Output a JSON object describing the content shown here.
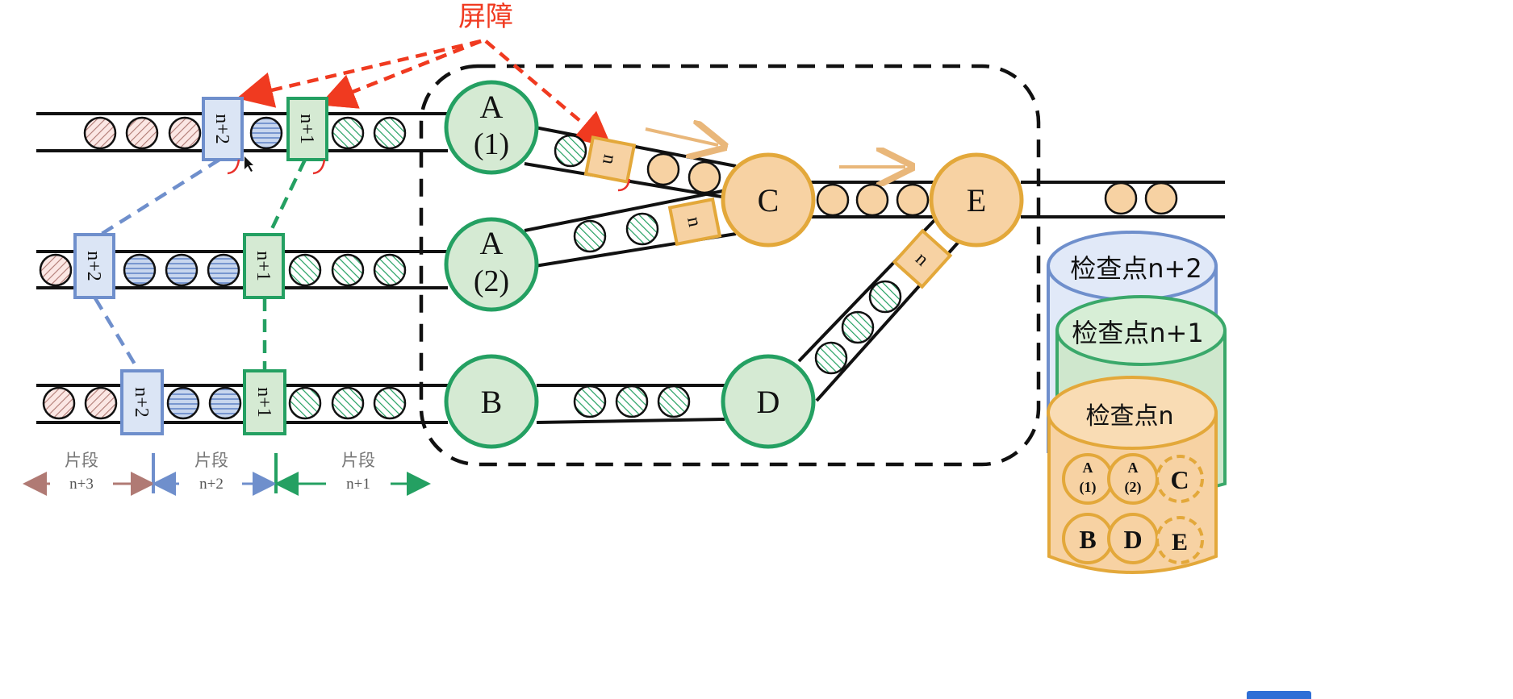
{
  "title_label": "屏障",
  "nodes": {
    "a1": {
      "line1": "A",
      "line2": "(1)"
    },
    "a2": {
      "line1": "A",
      "line2": "(2)"
    },
    "b": {
      "label": "B"
    },
    "c": {
      "label": "C"
    },
    "d": {
      "label": "D"
    },
    "e": {
      "label": "E"
    }
  },
  "barriers": {
    "n": "n",
    "n1": "n+1",
    "n2": "n+2"
  },
  "segments": [
    {
      "label": "片段",
      "sub": "n+3"
    },
    {
      "label": "片段",
      "sub": "n+2"
    },
    {
      "label": "片段",
      "sub": "n+1"
    }
  ],
  "checkpoints": [
    {
      "label": "检查点n+2"
    },
    {
      "label": "检查点n+1"
    },
    {
      "label": "检查点n"
    }
  ],
  "checkpoint_states": [
    {
      "line1": "A",
      "line2": "(1)"
    },
    {
      "line1": "A",
      "line2": "(2)"
    },
    {
      "line1": "C",
      "line2": ""
    },
    {
      "line1": "B",
      "line2": ""
    },
    {
      "line1": "D",
      "line2": ""
    },
    {
      "line1": "E",
      "line2": ""
    }
  ],
  "colors": {
    "orange": "#f7d2a3",
    "orange_stroke": "#e3a83a",
    "green": "#d5ead3",
    "green_stroke": "#24a062",
    "blue": "#c8d6ee",
    "blue_stroke": "#6f8fcc",
    "red": "#b07a74",
    "barrier_red": "#f03a20"
  }
}
